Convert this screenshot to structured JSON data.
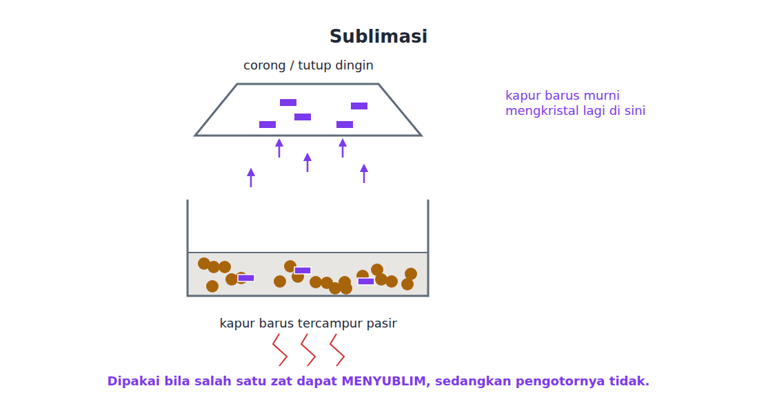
{
  "diagram": {
    "title": "Sublimasi",
    "caption": "Dipakai bila salah satu zat dapat MENYUBLIM, sedangkan pengotornya tidak.",
    "nodes": [
      {
        "text": [
          "corong / tutup dingin"
        ]
      },
      {
        "text": [
          "kapur barus tercampur pasir"
        ]
      }
    ],
    "labels": [
      "kapur barus murni mengkristal lagi di sini"
    ]
  }
}
